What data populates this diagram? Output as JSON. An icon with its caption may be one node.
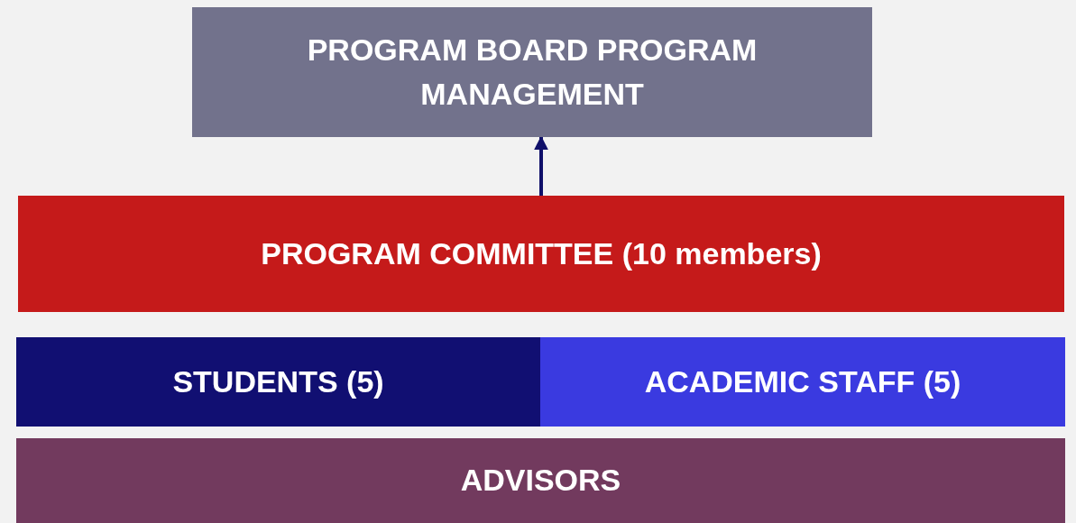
{
  "diagram": {
    "nodes": [
      {
        "text": [
          "PROGRAM BOARD PROGRAM MANAGEMENT"
        ]
      },
      {
        "text": [
          "PROGRAM COMMITTEE (10 members)"
        ]
      },
      {
        "text": [
          "STUDENTS (5)"
        ]
      },
      {
        "text": [
          "ACADEMIC STAFF (5)"
        ]
      },
      {
        "text": [
          "ADVISORS"
        ]
      }
    ],
    "edges": [
      {
        "from": 1,
        "to": 0,
        "arrow": "to"
      }
    ]
  }
}
